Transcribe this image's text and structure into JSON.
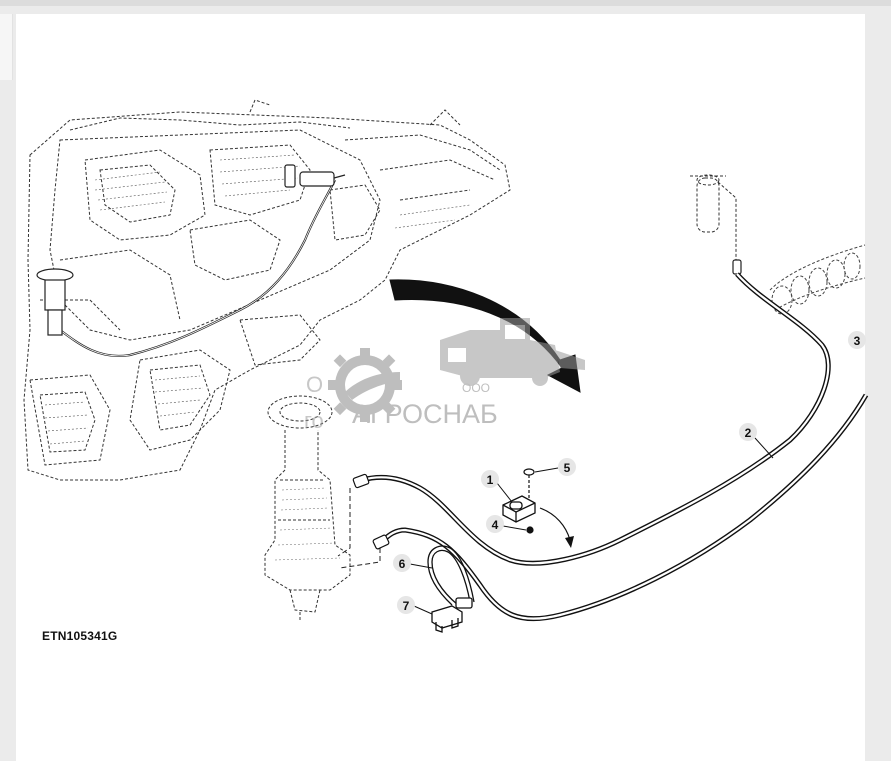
{
  "figure": {
    "id_label": "ETN105341G"
  },
  "callouts": [
    {
      "number": "1"
    },
    {
      "number": "2"
    },
    {
      "number": "3"
    },
    {
      "number": "4"
    },
    {
      "number": "5"
    },
    {
      "number": "6"
    },
    {
      "number": "7"
    }
  ],
  "watermark": {
    "brand": "АГРОСНАБ",
    "prefix": "ООО",
    "partial_behind_1": "О",
    "partial_behind_2": "го"
  },
  "colors": {
    "background": "#ebebeb",
    "card": "#ffffff",
    "line_art": "#222222",
    "watermark": "#9a9a9a"
  },
  "icons": [
    "gear-logo-icon",
    "combine-harvester-icon",
    "hand-pump-icon"
  ]
}
